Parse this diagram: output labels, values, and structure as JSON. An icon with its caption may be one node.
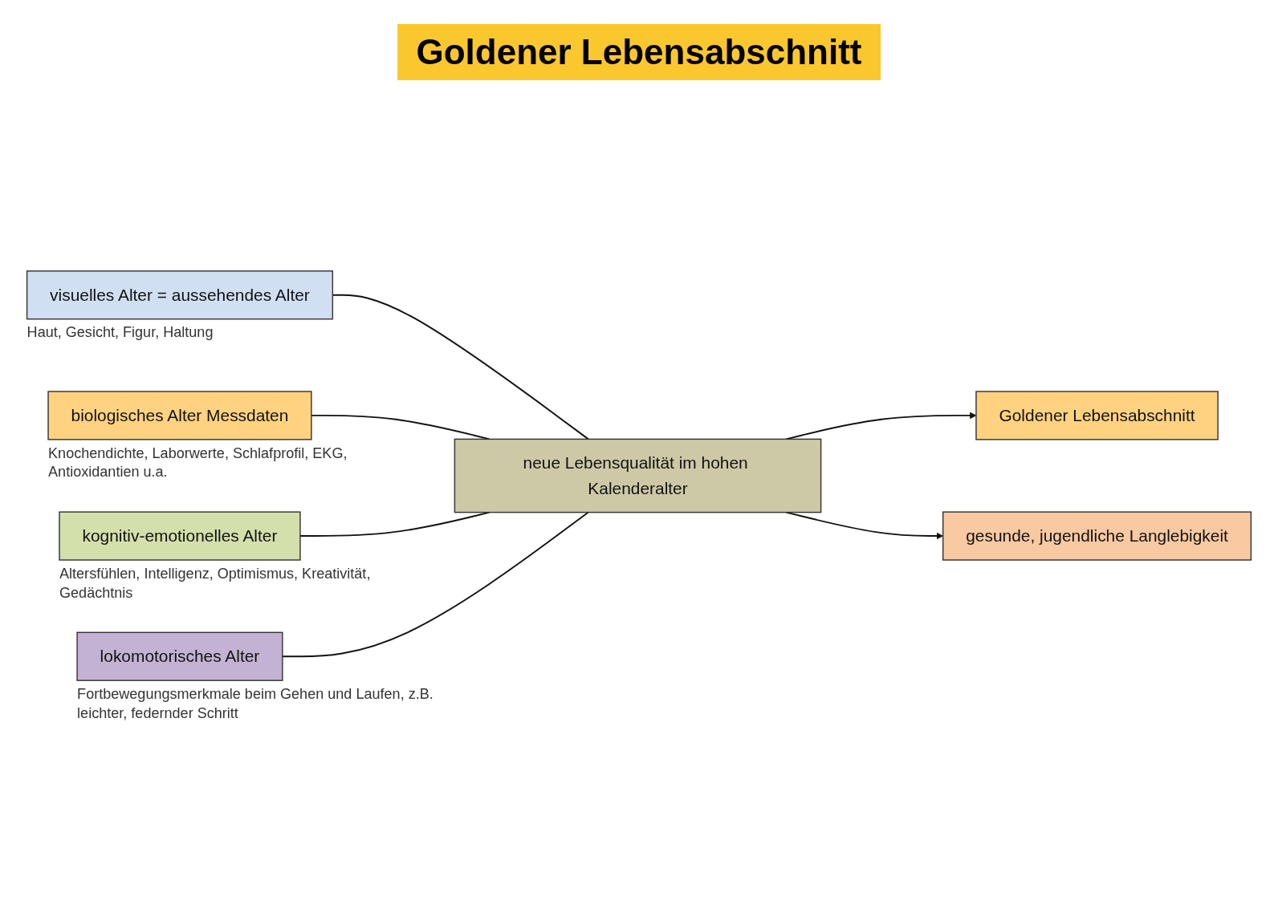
{
  "diagram": {
    "title": "Goldener Lebensabschnitt",
    "nodes": [
      {
        "text": [
          "visuelles Alter = aussehendes Alter"
        ],
        "beside": [
          "Haut, Gesicht, Figur, Haltung"
        ]
      },
      {
        "text": [
          "biologisches Alter Messdaten"
        ],
        "beside": [
          "Knochendichte, Laborwerte, Schlafprofil, EKG, Antioxidantien u.a."
        ]
      },
      {
        "text": [
          "kognitiv-emotionelles Alter"
        ],
        "beside": [
          "Altersfühlen, Intelligenz, Optimismus, Kreativität, Gedächtnis"
        ]
      },
      {
        "text": [
          "lokomotorisches Alter"
        ],
        "beside": [
          "Fortbewegungsmerkmale beim Gehen und Laufen, z.B. leichter, federnder Schritt"
        ]
      },
      {
        "text": [
          "Goldener Lebensabschnitt"
        ]
      },
      {
        "text": [
          "neue Lebensqualität im hohen Kalenderalter"
        ]
      },
      {
        "text": [
          "gesunde, jugendliche Langlebigkeit"
        ]
      }
    ],
    "edges": [
      {
        "from": 0,
        "to": 5,
        "arrow": "none"
      },
      {
        "from": 1,
        "to": 5,
        "arrow": "none"
      },
      {
        "from": 2,
        "to": 5,
        "arrow": "none"
      },
      {
        "from": 3,
        "to": 5,
        "arrow": "none"
      },
      {
        "from": 5,
        "to": 4,
        "arrow": "to"
      },
      {
        "from": 5,
        "to": 6,
        "arrow": "to"
      }
    ]
  }
}
